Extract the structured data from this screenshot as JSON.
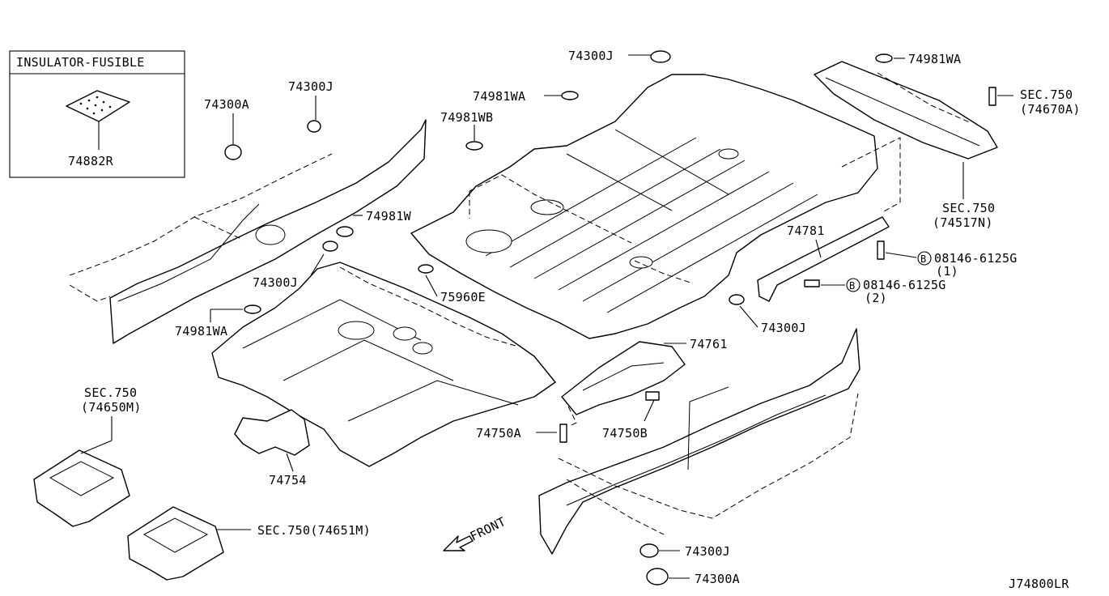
{
  "diagram_id": "J74800LR",
  "inset": {
    "title": "INSULATOR-FUSIBLE",
    "part": "74882R"
  },
  "labels": {
    "l_74300J_top": "74300J",
    "l_74981WA_top": "74981WA",
    "l_sec750_a": "SEC.750",
    "l_74670A": "(74670A)",
    "l_74981WA_mid": "74981WA",
    "l_74981WB": "74981WB",
    "l_74300A_left": "74300A",
    "l_74300J_left": "74300J",
    "l_74981W": "74981W",
    "l_74300J_mid": "74300J",
    "l_74981WA_low": "74981WA",
    "l_75960E": "75960E",
    "l_sec750_b": "SEC.750",
    "l_74517N": "(74517N)",
    "l_74781": "74781",
    "l_bolt1": "08146-6125G",
    "l_bolt1_qty": "(1)",
    "l_bolt2": "08146-6125G",
    "l_bolt2_qty": "(2)",
    "l_74300J_right": "74300J",
    "l_74761": "74761",
    "l_sec750_c": "SEC.750",
    "l_74650M": "(74650M)",
    "l_74750A": "74750A",
    "l_74750B": "74750B",
    "l_74754": "74754",
    "l_sec750_d": "SEC.750(74651M)",
    "l_front": "FRONT",
    "l_74300J_bot": "74300J",
    "l_74300A_bot": "74300A",
    "b_marker": "B"
  }
}
